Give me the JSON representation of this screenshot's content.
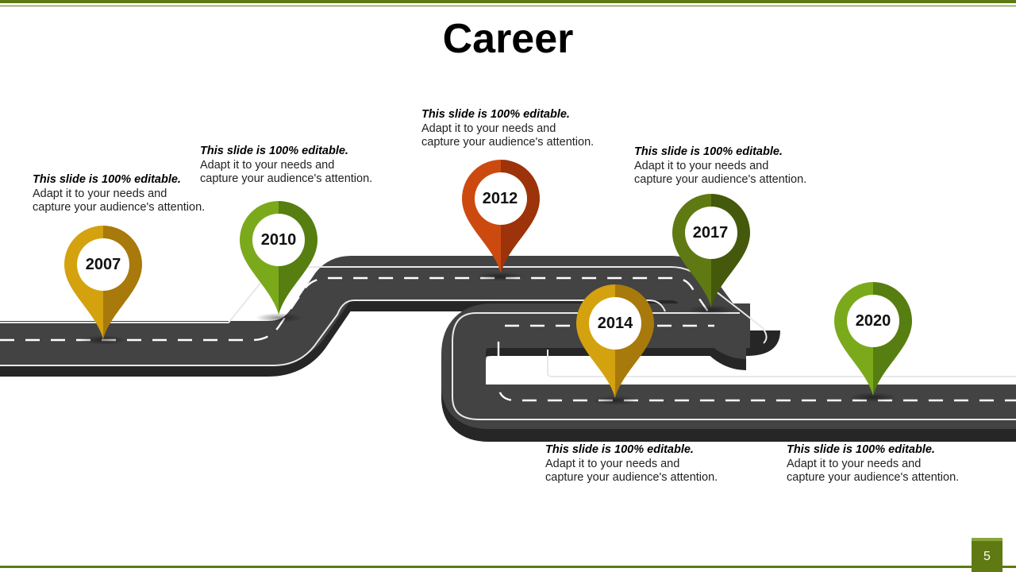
{
  "slide": {
    "title": "Career",
    "page_number": "5"
  },
  "milestones": [
    {
      "year": "2007",
      "color": "#d4a20f",
      "shade": "#a8790b",
      "heading": "This slide is 100% editable.",
      "line1": "Adapt it to your needs and",
      "line2": "capture your audience's attention."
    },
    {
      "year": "2010",
      "color": "#7aaa1b",
      "shade": "#567e10",
      "heading": "This slide is 100% editable.",
      "line1": "Adapt it to your needs and",
      "line2": "capture your audience's attention."
    },
    {
      "year": "2012",
      "color": "#cc4a10",
      "shade": "#9c330a",
      "heading": "This slide is 100% editable.",
      "line1": "Adapt it to your needs and",
      "line2": "capture your audience's attention."
    },
    {
      "year": "2017",
      "color": "#5f7a12",
      "shade": "#44590b",
      "heading": "This slide is 100% editable.",
      "line1": "Adapt it to your needs and",
      "line2": "capture your audience's attention."
    },
    {
      "year": "2014",
      "color": "#d4a20f",
      "shade": "#a8790b",
      "heading": "This slide is 100% editable.",
      "line1": "Adapt it to your needs and",
      "line2": "capture your audience's attention."
    },
    {
      "year": "2020",
      "color": "#7aaa1b",
      "shade": "#567e10",
      "heading": "This slide is 100% editable.",
      "line1": "Adapt it to your needs and",
      "line2": "capture your audience's attention."
    }
  ],
  "colors": {
    "accent": "#5f7a12",
    "road": "#404040",
    "road_edge": "#2a2a2a",
    "lane_marking": "#ffffff"
  }
}
